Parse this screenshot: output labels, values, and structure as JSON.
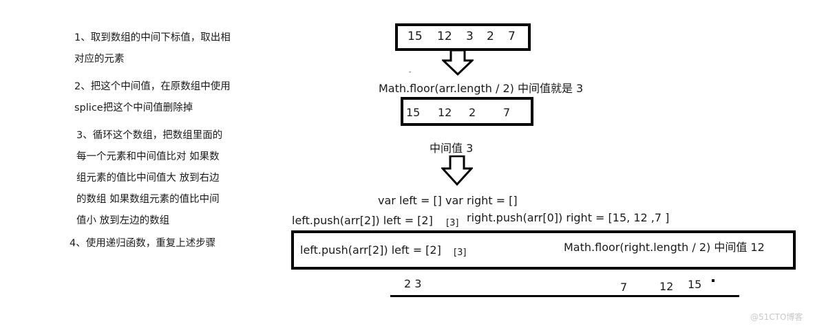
{
  "steps": [
    {
      "lines": [
        "1、取到数组的中间下标值，取出相",
        "对应的元素"
      ]
    },
    {
      "lines": [
        "2、把这个中间值，在原数组中使用",
        "splice把这个中间值删除掉"
      ]
    },
    {
      "lines": [
        "3、循环这个数组，把数组里面的",
        "每一个元素和中间值比对 如果数",
        "组元素的值比中间值大 放到右边",
        "的数组  如果数组元素的值比中间",
        "值小 放到左边的数组"
      ]
    },
    {
      "lines": [
        "4、使用递归函数，重复上述步骤"
      ]
    }
  ],
  "array1": [
    "15",
    "12",
    "3",
    "2",
    "7"
  ],
  "array2": [
    "15",
    "12",
    "2",
    "7"
  ],
  "caption_floor": "Math.floor(arr.length / 2)  中间值就是 3",
  "caption_mid": "中间值 3",
  "var_decl": "var left = []  var right = []",
  "left_push": "left.push(arr[2])   left = [2]",
  "left_bracket": "[3]",
  "right_push": "right.push(arr[0])   right = [15, 12 ,7 ]",
  "box3": {
    "left_push": "left.push(arr[2])   left = [2]",
    "left_bracket": "[3]",
    "right_floor": "Math.floor(right.length / 2)   中间值 12"
  },
  "result_left": "2  3",
  "result_right": [
    "7",
    "12",
    "15"
  ],
  "watermark": "@51CTO博客"
}
